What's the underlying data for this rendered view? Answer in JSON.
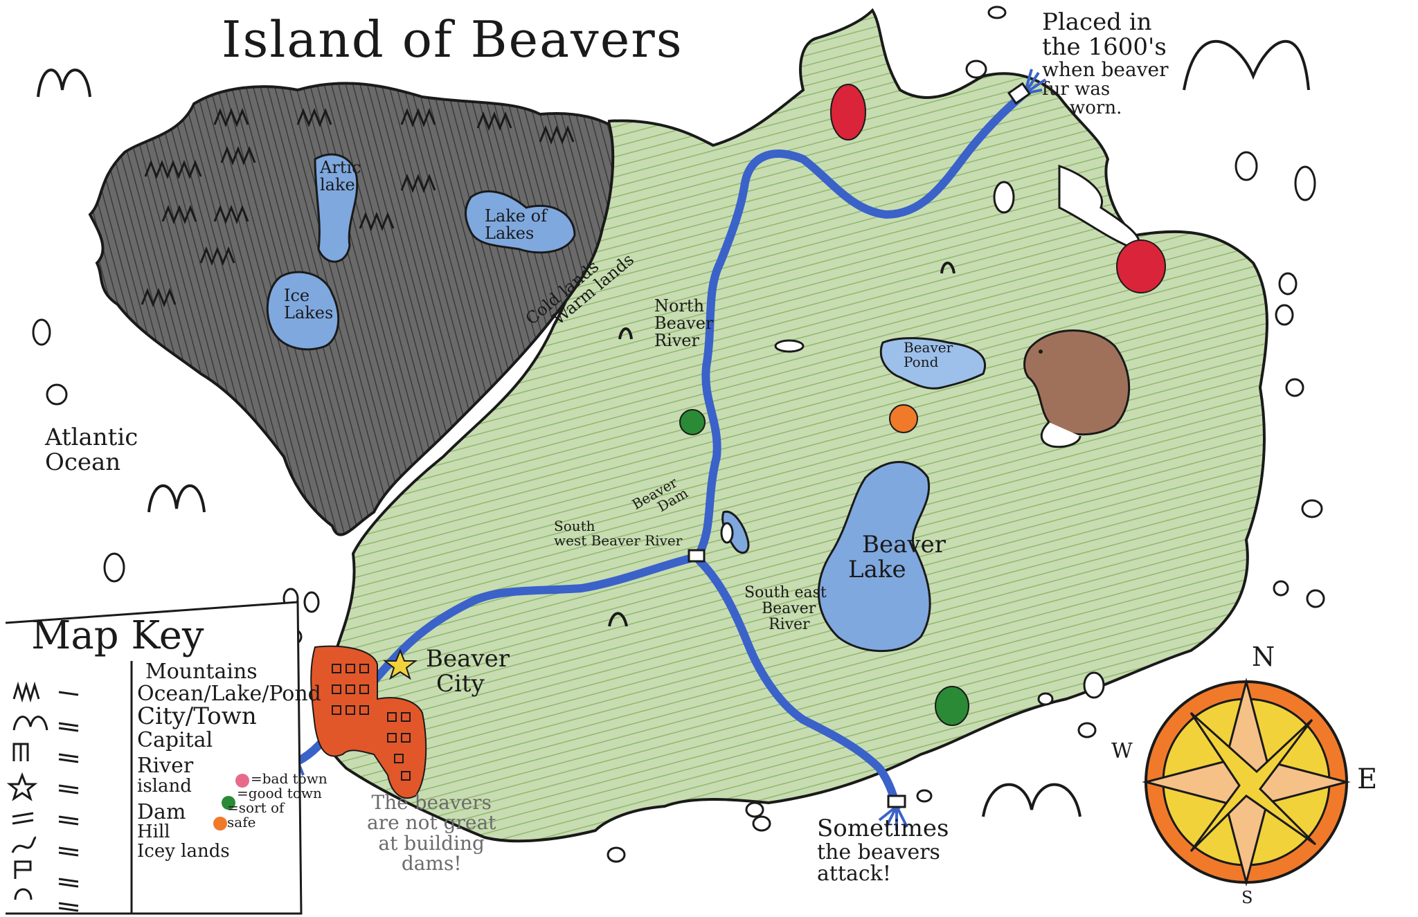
{
  "title": "Island of Beavers",
  "notes": {
    "placed": [
      "Placed in",
      "the 1600's",
      "when beaver",
      "fur was",
      "worn."
    ],
    "attack": [
      "Sometimes",
      "the beavers",
      "attack!"
    ],
    "dams": [
      "The beavers",
      "are not great",
      "at building",
      "dams!"
    ]
  },
  "labels": {
    "atlantic": [
      "Atlantic",
      "Ocean"
    ],
    "arctic_lake": [
      "Artic",
      "lake"
    ],
    "lake_of_lakes": [
      "Lake of",
      "Lakes"
    ],
    "ice_lakes": [
      "Ice",
      "Lakes"
    ],
    "cold_warm": [
      "Cold lands",
      "Warm lands"
    ],
    "north_river": [
      "North",
      "Beaver",
      "River"
    ],
    "beaver_pond": [
      "Beaver",
      "Pond"
    ],
    "southwest_river": [
      "South",
      "west Beaver River"
    ],
    "beaver_dam": [
      "Beaver",
      "Dam"
    ],
    "southeast_river": [
      "South east",
      "Beaver",
      "River"
    ],
    "beaver_lake": [
      "Beaver",
      "Lake"
    ],
    "beaver_city": [
      "Beaver",
      "City"
    ]
  },
  "compass": {
    "n": "N",
    "s": "S",
    "e": "E",
    "w": "W"
  },
  "key": {
    "title": "Map Key",
    "items": [
      "Mountains",
      "Ocean/Lake/Pond",
      "City/Town",
      "Capital",
      "River",
      "island",
      "Dam",
      "Hill",
      "Icey lands"
    ],
    "towns": [
      "=bad town",
      "=good town",
      "=sort of safe"
    ]
  },
  "colors": {
    "land": "#a8c98a",
    "ice": "#5b5b5b",
    "water": "#7fa8de",
    "river": "#3a62c9",
    "bad_town": "#d9243a",
    "good_town": "#2a8a36",
    "safe_town": "#f07a2a",
    "city": "#e2572a",
    "beaver": "#a0715a",
    "compass_star": "#f2d23a",
    "compass_ring": "#f07a2a"
  }
}
